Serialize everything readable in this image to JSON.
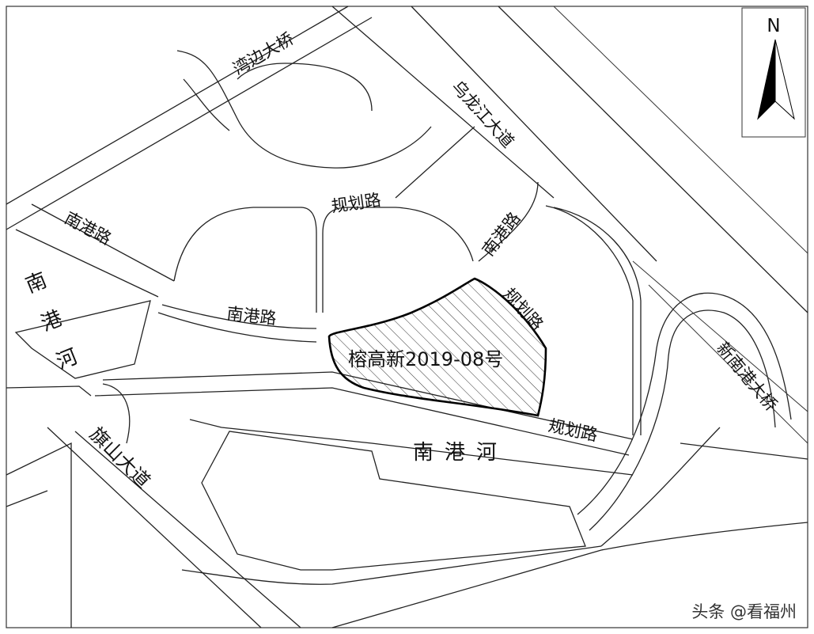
{
  "compass": {
    "label": "N",
    "icon": "north-arrow-icon"
  },
  "roads": {
    "wanbian_bridge": "湾边大桥",
    "wulongjiang_avenue": "乌龙江大道",
    "planned_road_north": "规划路",
    "nangang_road_east": "南港路",
    "nangang_road_west": "南港路",
    "nangang_road_mid": "南港路",
    "planned_road_east": "规划路",
    "planned_road_south": "规划路",
    "xinnangang_bridge": "新南港大桥",
    "qishan_avenue": "旗山大道"
  },
  "rivers": {
    "nangang_river_west": "南港河",
    "nangang_river_south": "南港河"
  },
  "plot": {
    "label": "榕高新2019-08号"
  },
  "watermark": "头条 @看福州",
  "colors": {
    "line": "#222222",
    "background": "#ffffff"
  }
}
